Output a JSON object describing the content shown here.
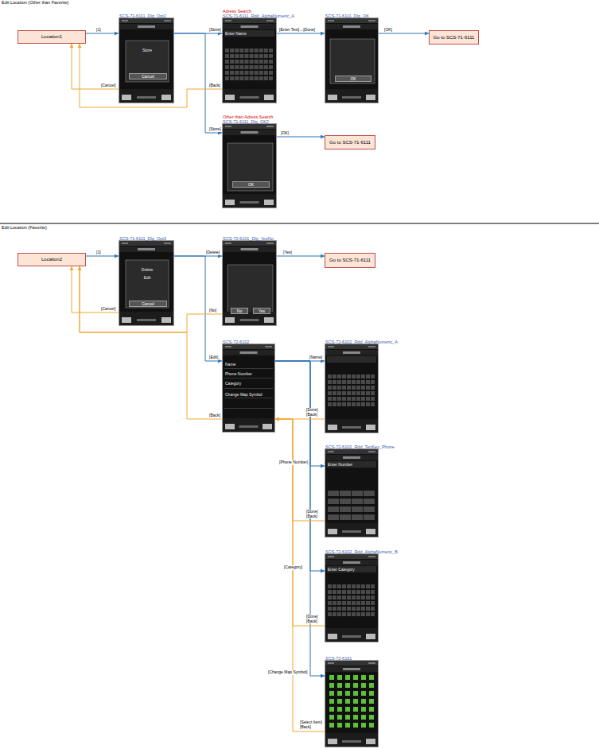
{
  "diagram": {
    "nodes": [
      {
        "text": [
          "Location1"
        ]
      },
      {
        "text": [
          "SCS-71-6111_Dlg_Opt2",
          "Store",
          "Cancel"
        ]
      },
      {
        "text": [
          "Adress Search",
          "SCS-71-6111_Rdd_AlphaNumeric_A",
          "Enter Name"
        ]
      },
      {
        "text": [
          "SCS-71-6111_Dlg_OK",
          "OK"
        ]
      },
      {
        "text": [
          "Go to SCS-71-6111"
        ]
      },
      {
        "text": [
          "Other than Adress Search",
          "SCS-71-6111_Dlg_OK2",
          "OK"
        ]
      },
      {
        "text": [
          "Go to SCS-71-6111"
        ]
      },
      {
        "text": [
          "Location2"
        ]
      },
      {
        "text": [
          "SCS-71-6111_Dlg_Opt3",
          "Delete",
          "Edit",
          "Cancel"
        ]
      },
      {
        "text": [
          "SCS-72-6101_Dlg_YesNo",
          "No",
          "Yes"
        ]
      },
      {
        "text": [
          "Go to SCS-71-6111"
        ]
      },
      {
        "text": [
          "SCS-72-6102",
          "Name",
          "Phone Number",
          "Category",
          "Change Map Symbol"
        ]
      },
      {
        "text": [
          "SCS-72-6102_Rdd_AlphaNumeric_A"
        ]
      },
      {
        "text": [
          "SCS-72-6102_Rdd_TenKey_Phone",
          "Enter Number"
        ]
      },
      {
        "text": [
          "SCS-72-6102_Rdd_AlphaNumeric_B",
          "Enter Category"
        ]
      },
      {
        "text": [
          "SCS-72-6161"
        ]
      }
    ],
    "edges": [
      {
        "from": 0,
        "to": 1,
        "label": "[1]",
        "arrow": "to"
      },
      {
        "from": 1,
        "to": 2,
        "label": "[Store]",
        "arrow": "to"
      },
      {
        "from": 2,
        "to": 3,
        "label": "[Enter Text]→[Done]",
        "arrow": "to"
      },
      {
        "from": 3,
        "to": 4,
        "label": "[OK]",
        "arrow": "to"
      },
      {
        "from": 1,
        "to": 5,
        "label": "[Store]",
        "arrow": "to"
      },
      {
        "from": 5,
        "to": 6,
        "label": "[OK]",
        "arrow": "to"
      },
      {
        "from": 1,
        "to": 0,
        "label": "[Cancel]",
        "arrow": "to"
      },
      {
        "from": 2,
        "to": 0,
        "label": "[Back]",
        "arrow": "to"
      },
      {
        "from": 7,
        "to": 8,
        "label": "[1]",
        "arrow": "to"
      },
      {
        "from": 8,
        "to": 9,
        "label": "[Delete]",
        "arrow": "to"
      },
      {
        "from": 9,
        "to": 10,
        "label": "[Yes]",
        "arrow": "to"
      },
      {
        "from": 8,
        "to": 11,
        "label": "[Edit]",
        "arrow": "to"
      },
      {
        "from": 8,
        "to": 7,
        "label": "[Cancel]",
        "arrow": "to"
      },
      {
        "from": 9,
        "to": 7,
        "label": "[No]",
        "arrow": "to"
      },
      {
        "from": 11,
        "to": 7,
        "label": "[Back]",
        "arrow": "to"
      },
      {
        "from": 11,
        "to": 12,
        "label": "[Name]",
        "arrow": "to"
      },
      {
        "from": 11,
        "to": 13,
        "label": "[Phone Number]",
        "arrow": "to"
      },
      {
        "from": 11,
        "to": 14,
        "label": "[Category]",
        "arrow": "to"
      },
      {
        "from": 11,
        "to": 15,
        "label": "[Change Map Symbol]",
        "arrow": "to"
      },
      {
        "from": 12,
        "to": 11,
        "label": "[Done] [Back]",
        "arrow": "to"
      },
      {
        "from": 13,
        "to": 11,
        "label": "[Done] [Back]",
        "arrow": "to"
      },
      {
        "from": 14,
        "to": 11,
        "label": "[Done] [Back]",
        "arrow": "to"
      },
      {
        "from": 15,
        "to": 11,
        "label": "[Select Item] [Back]",
        "arrow": "to"
      }
    ],
    "labels": [
      "Edit Location (Other than Favorite)",
      "Edit Location (Favorite)"
    ]
  }
}
